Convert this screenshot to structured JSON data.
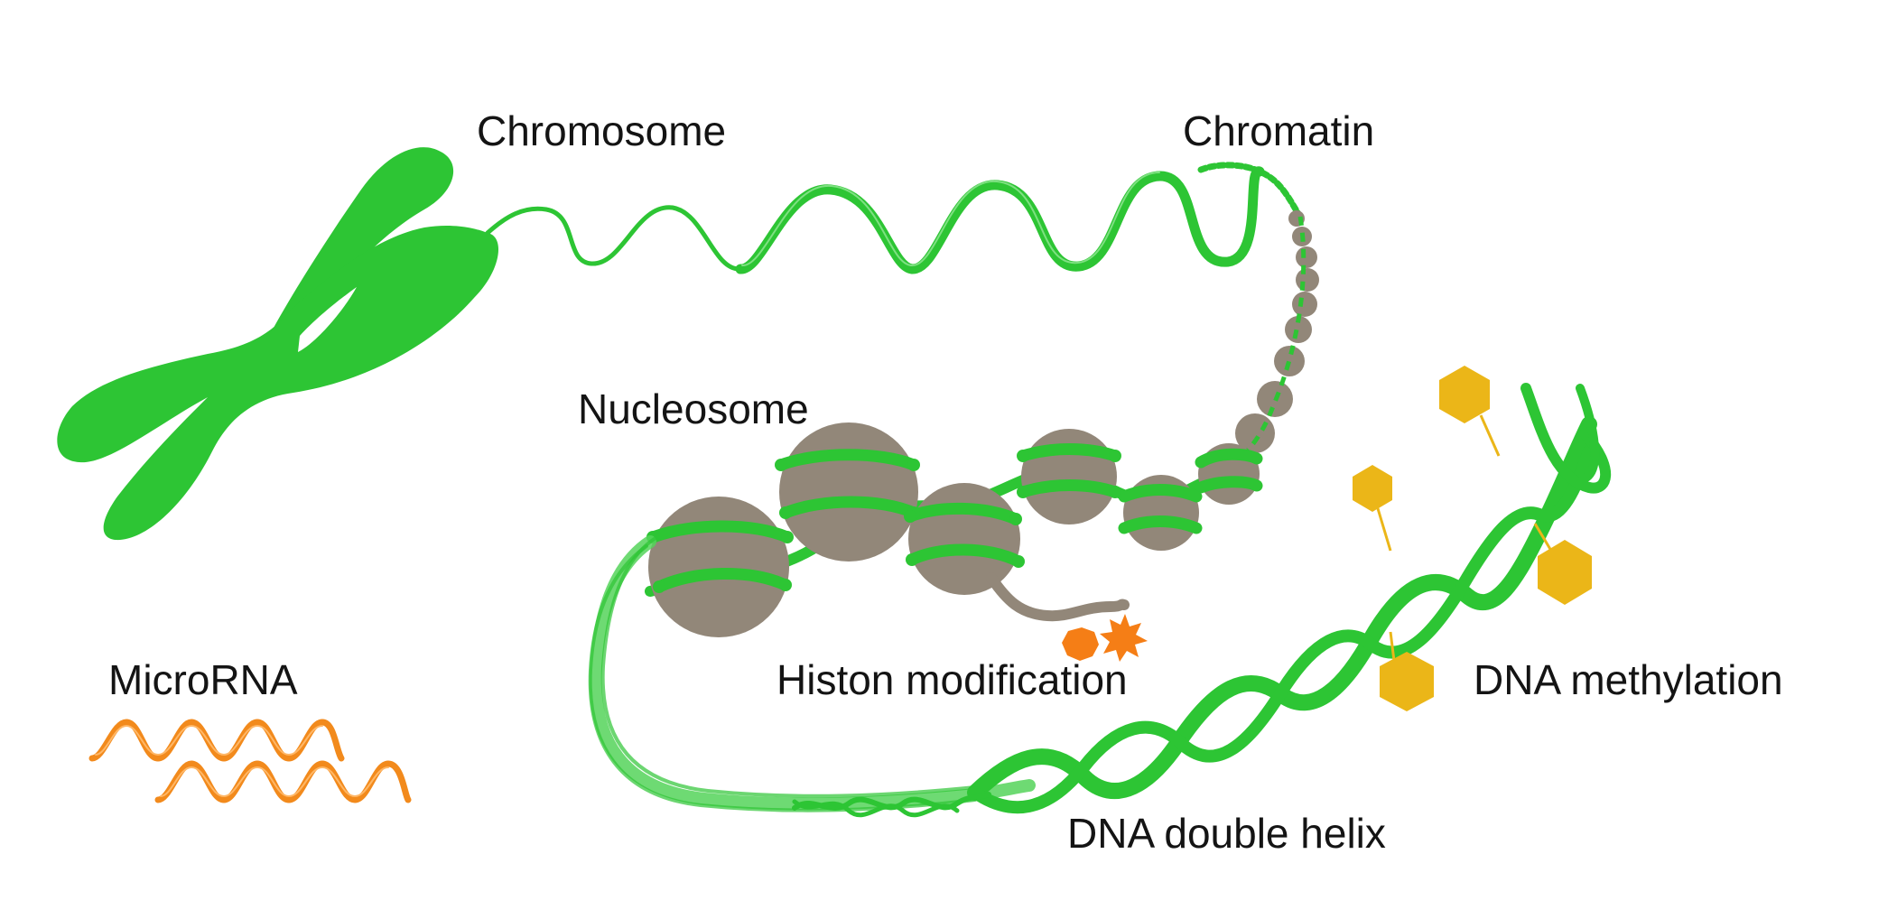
{
  "labels": {
    "chromosome": "Chromosome",
    "chromatin": "Chromatin",
    "nucleosome": "Nucleosome",
    "histone_modification": "Histon modification",
    "dna_methylation": "DNA methylation",
    "microrna": "MicroRNA",
    "dna_double_helix": "DNA double helix"
  },
  "colors": {
    "dna_green": "#2dc534",
    "dna_green_light": "#55d35a",
    "histone_gray": "#928779",
    "methyl_gold": "#ebb618",
    "modification_orange": "#f57e16",
    "microrna_orange": "#f28a1c",
    "text": "#141414"
  },
  "icons": [
    "chromosome-icon",
    "chromatin-fiber-icon",
    "nucleosome-icon",
    "histone-tail-icon",
    "histone-mark-icon",
    "methyl-group-icon",
    "microrna-icon",
    "dna-helix-icon"
  ]
}
